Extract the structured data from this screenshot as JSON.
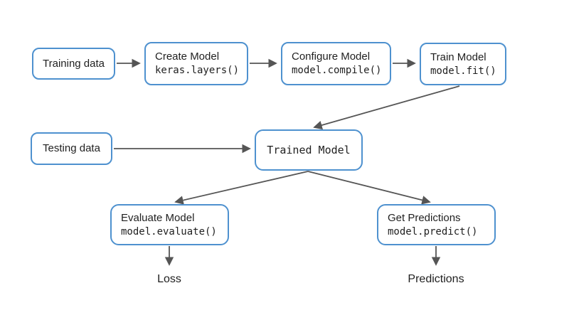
{
  "colors": {
    "box_border": "#4e91cf",
    "box_fill": "#ffffff",
    "arrow": "#555555",
    "text": "#1f1f1f",
    "background": "#ffffff"
  },
  "nodes": {
    "training_data": {
      "label": "Training data"
    },
    "create_model": {
      "label": "Create Model",
      "code": "keras.layers()"
    },
    "configure_model": {
      "label": "Configure Model",
      "code": "model.compile()"
    },
    "train_model": {
      "label": "Train Model",
      "code": "model.fit()"
    },
    "testing_data": {
      "label": "Testing data"
    },
    "trained_model": {
      "label": "Trained Model"
    },
    "evaluate_model": {
      "label": "Evaluate Model",
      "code": "model.evaluate()"
    },
    "get_predictions": {
      "label": "Get Predictions",
      "code": "model.predict()"
    }
  },
  "outputs": {
    "loss": "Loss",
    "predictions": "Predictions"
  }
}
